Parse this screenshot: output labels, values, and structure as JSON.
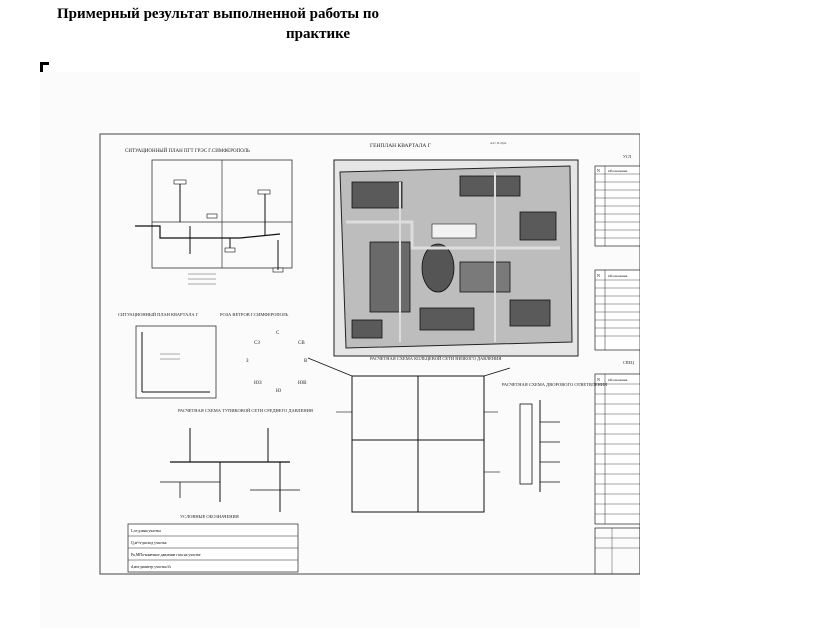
{
  "header": {
    "title_line1": "Примерный результат выполненной работы по",
    "title_line2": "практике"
  },
  "drawing": {
    "situational_plan_title": "СИТУАЦИОННЫЙ ПЛАН ПГТ ГРЭС Г.СИМФЕРОПОЛЬ",
    "master_plan_title": "ГЕНПЛАН КВАРТАЛА Г",
    "block_plan_title": "СИТУАЦИОННЫЙ ПЛАН КВАРТАЛА Г",
    "wind_rose_title": "РОЗА ВЕТРОВ Г.СИМФЕРОПОЛЬ",
    "ring_network_title": "РАСЧЕТНАЯ СХЕМА КОЛЬЦЕВОЙ СЕТИ НИЗКОГО ДАВЛЕНИЯ",
    "dead_end_network_title": "РАСЧЕТНАЯ СХЕМА ТУПИКОВОЙ СЕТИ СРЕДНЕГО ДАВЛЕНИЯ",
    "yard_branch_title": "РАСЧЕТНАЯ СХЕМА ДВОРОВОГО ОТВЕТВЛЕНИЯ",
    "legend_title": "УСЛОВНЫЕ ОБОЗНАЧЕНИЯ",
    "legend_rows": [
      "L,м-длина участка",
      "Q,м³/ч-расход участка",
      "Pк,МПа-конечное давление газа на участке",
      "d,мм-диаметр участка l/s"
    ],
    "wind_labels": [
      "С",
      "СВ",
      "СЗ",
      "З",
      "В",
      "ЮЗ",
      "ЮВ",
      "Ю"
    ],
    "table1_header": "Обозначение",
    "table2_header": "Обозначение",
    "table3_header": "Обозначение",
    "table_col_n": "N",
    "side_label": "УСЛ",
    "side_label2": "СПЕЦ",
    "scale_note": "Алт П.Лрм"
  }
}
